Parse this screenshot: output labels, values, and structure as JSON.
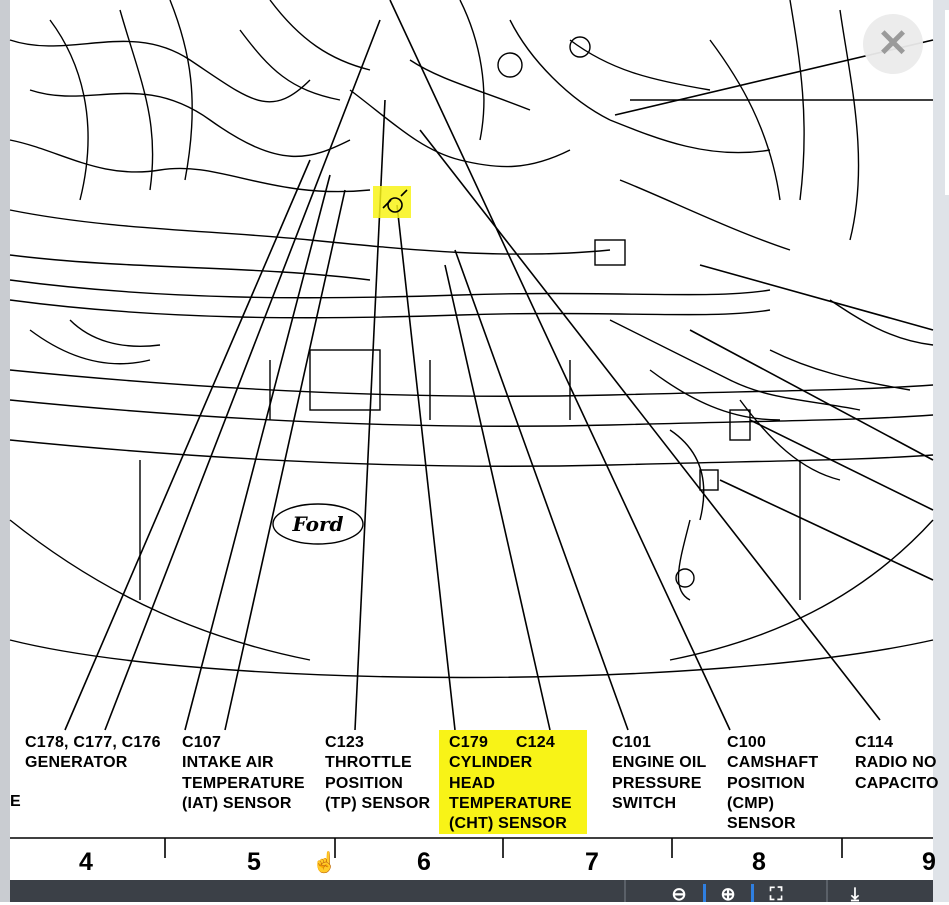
{
  "labels": [
    {
      "id": "generator",
      "text": "C178, C177, C176\nGENERATOR"
    },
    {
      "id": "iat",
      "text": "C107\nINTAKE AIR\nTEMPERATURE\n(IAT) SENSOR"
    },
    {
      "id": "tp",
      "text": "C123\nTHROTTLE\nPOSITION\n(TP) SENSOR"
    },
    {
      "id": "cht",
      "text": "C179      C124\nCYLINDER\nHEAD\nTEMPERATURE\n(CHT) SENSOR"
    },
    {
      "id": "oil",
      "text": "C101\nENGINE OIL\nPRESSURE\nSWITCH"
    },
    {
      "id": "cmp",
      "text": "C100\nCAMSHAFT\nPOSITION\n(CMP)\nSENSOR"
    },
    {
      "id": "radio",
      "text": "C114\nRADIO NO\nCAPACITO"
    }
  ],
  "left_fragment": "E",
  "grid_numbers": [
    "4",
    "5",
    "6",
    "7",
    "8",
    "9"
  ],
  "badge_text": "Ford",
  "highlight_color": "#f8f317",
  "icons": {
    "close": "close-icon",
    "zoom_out": "zoom-out-icon",
    "zoom_in": "zoom-in-icon",
    "fit": "fit-page-icon",
    "download": "download-icon",
    "cursor": "hand-cursor-icon"
  },
  "close_glyph": "✕"
}
